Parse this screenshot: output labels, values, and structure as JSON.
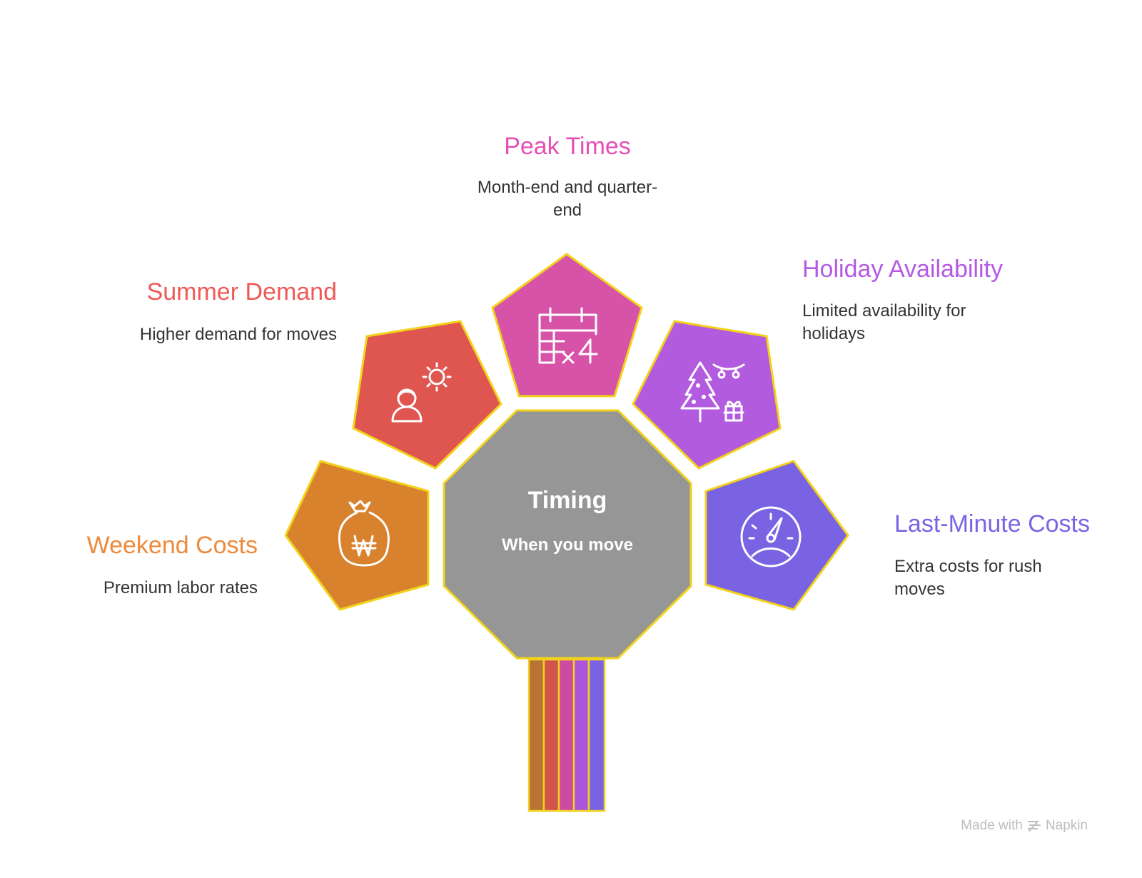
{
  "center": {
    "title": "Timing",
    "subtitle": "When you move",
    "fill": "#969696",
    "stroke": "#f2d21b"
  },
  "segments": [
    {
      "id": "weekend",
      "title": "Weekend Costs",
      "description": "Premium labor rates",
      "color": "#d8822e",
      "title_color": "#ee8a3a",
      "icon": "money-bag-won-icon"
    },
    {
      "id": "summer",
      "title": "Summer Demand",
      "description": "Higher demand for moves",
      "color": "#df5550",
      "title_color": "#ee5a57",
      "icon": "person-sun-icon"
    },
    {
      "id": "peak",
      "title": "Peak Times",
      "description": "Month-end and quarter-end",
      "color": "#d653a8",
      "title_color": "#e64fb5",
      "icon": "calendar-x4-icon"
    },
    {
      "id": "holiday",
      "title": "Holiday Availability",
      "description": "Limited availability for holidays",
      "color": "#b25bdf",
      "title_color": "#b55ae2",
      "icon": "christmas-tree-gift-icon"
    },
    {
      "id": "lastminute",
      "title": "Last-Minute Costs",
      "description": "Extra costs for rush moves",
      "color": "#7a63e3",
      "title_color": "#7b63e5",
      "icon": "speedometer-icon"
    }
  ],
  "stem_colors": [
    "#b87335",
    "#d1534c",
    "#cc4aa0",
    "#ad55d8",
    "#7a63e3"
  ],
  "footer": {
    "made_with": "Made with",
    "brand": "Napkin"
  }
}
